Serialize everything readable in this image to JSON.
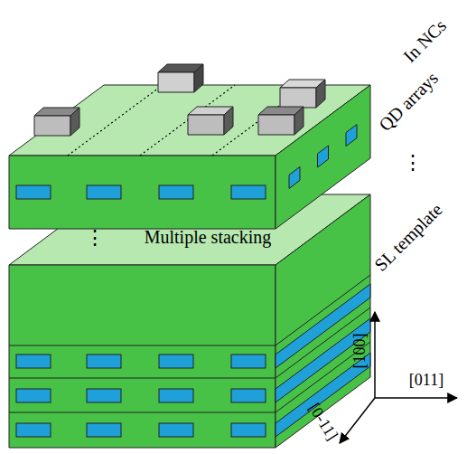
{
  "diagram": {
    "labels": [
      "In NCs",
      "QD arrays",
      "⋮",
      "SL template",
      "⋮",
      "Multiple stacking",
      "[100]",
      "[011]",
      "[0-11]"
    ]
  }
}
